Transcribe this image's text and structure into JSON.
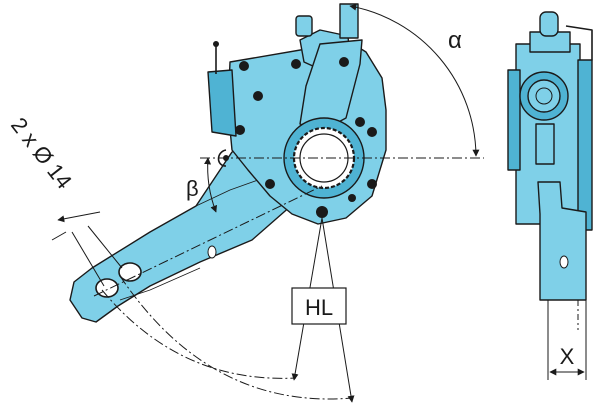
{
  "labels": {
    "alpha": "α",
    "beta": "β",
    "holes": "2 x Ø 14",
    "hl": "HL",
    "x": "X"
  },
  "colors": {
    "part_fill": "#7fd0e8",
    "part_fill_dark": "#4fb3d3",
    "outline": "#1a1a1a",
    "background": "#ffffff"
  }
}
